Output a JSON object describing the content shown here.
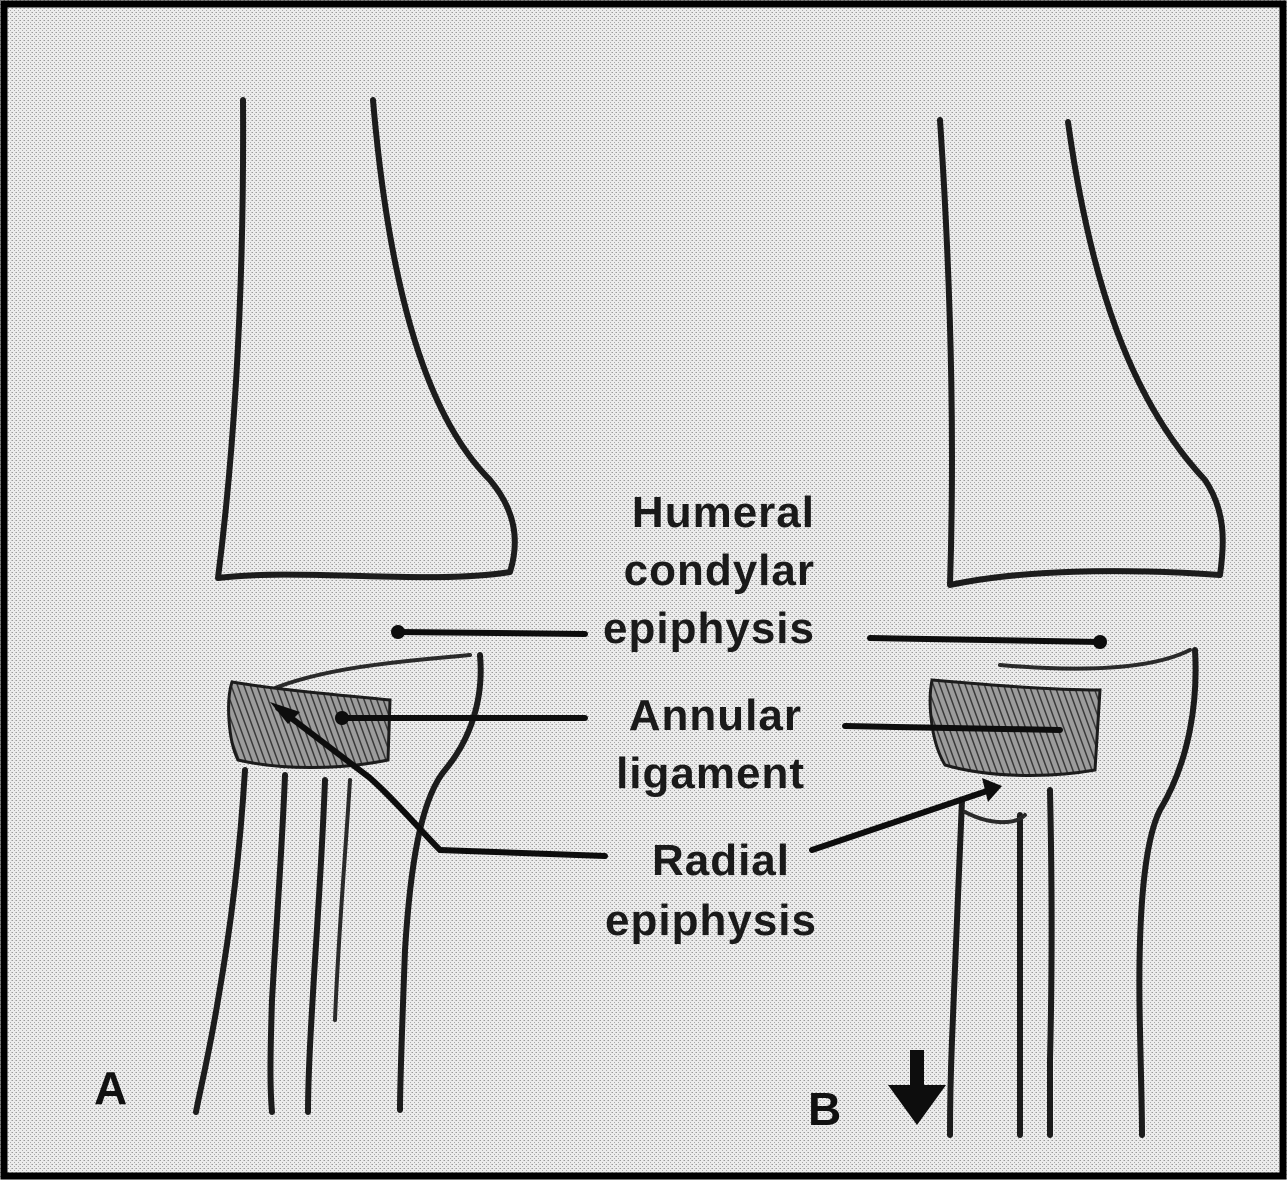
{
  "labels": {
    "humeral_line1": "Humeral",
    "humeral_line2": "condylar",
    "humeral_line3": "epiphysis",
    "annular_line1": "Annular",
    "annular_line2": "ligament",
    "radial_line1": "Radial",
    "radial_line2": "epiphysis"
  },
  "panels": {
    "a": "A",
    "b": "B"
  },
  "icons": {
    "arrow": "down-arrow-icon"
  },
  "colors": {
    "background": "#e4e4e4",
    "ink": "#1a1a1a",
    "frame": "#000000"
  }
}
